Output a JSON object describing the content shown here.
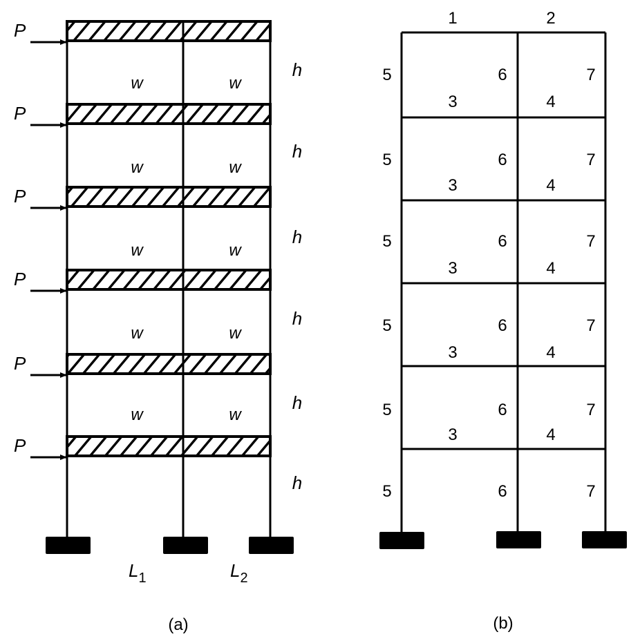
{
  "frame_a": {
    "caption": "(a)",
    "floor_labels": {
      "load": "P",
      "distributed": "w",
      "height": "h"
    },
    "stories": 6,
    "span_labels": [
      {
        "main": "L",
        "sub": "1"
      },
      {
        "main": "L",
        "sub": "2"
      }
    ]
  },
  "frame_b": {
    "caption": "(b)",
    "roof_beam_labels": [
      "1",
      "2"
    ],
    "floor_beam_labels": [
      "3",
      "4"
    ],
    "column_labels": [
      "5",
      "6",
      "7"
    ],
    "stories": 6
  },
  "colors": {
    "line": "#000000",
    "background": "#ffffff"
  }
}
